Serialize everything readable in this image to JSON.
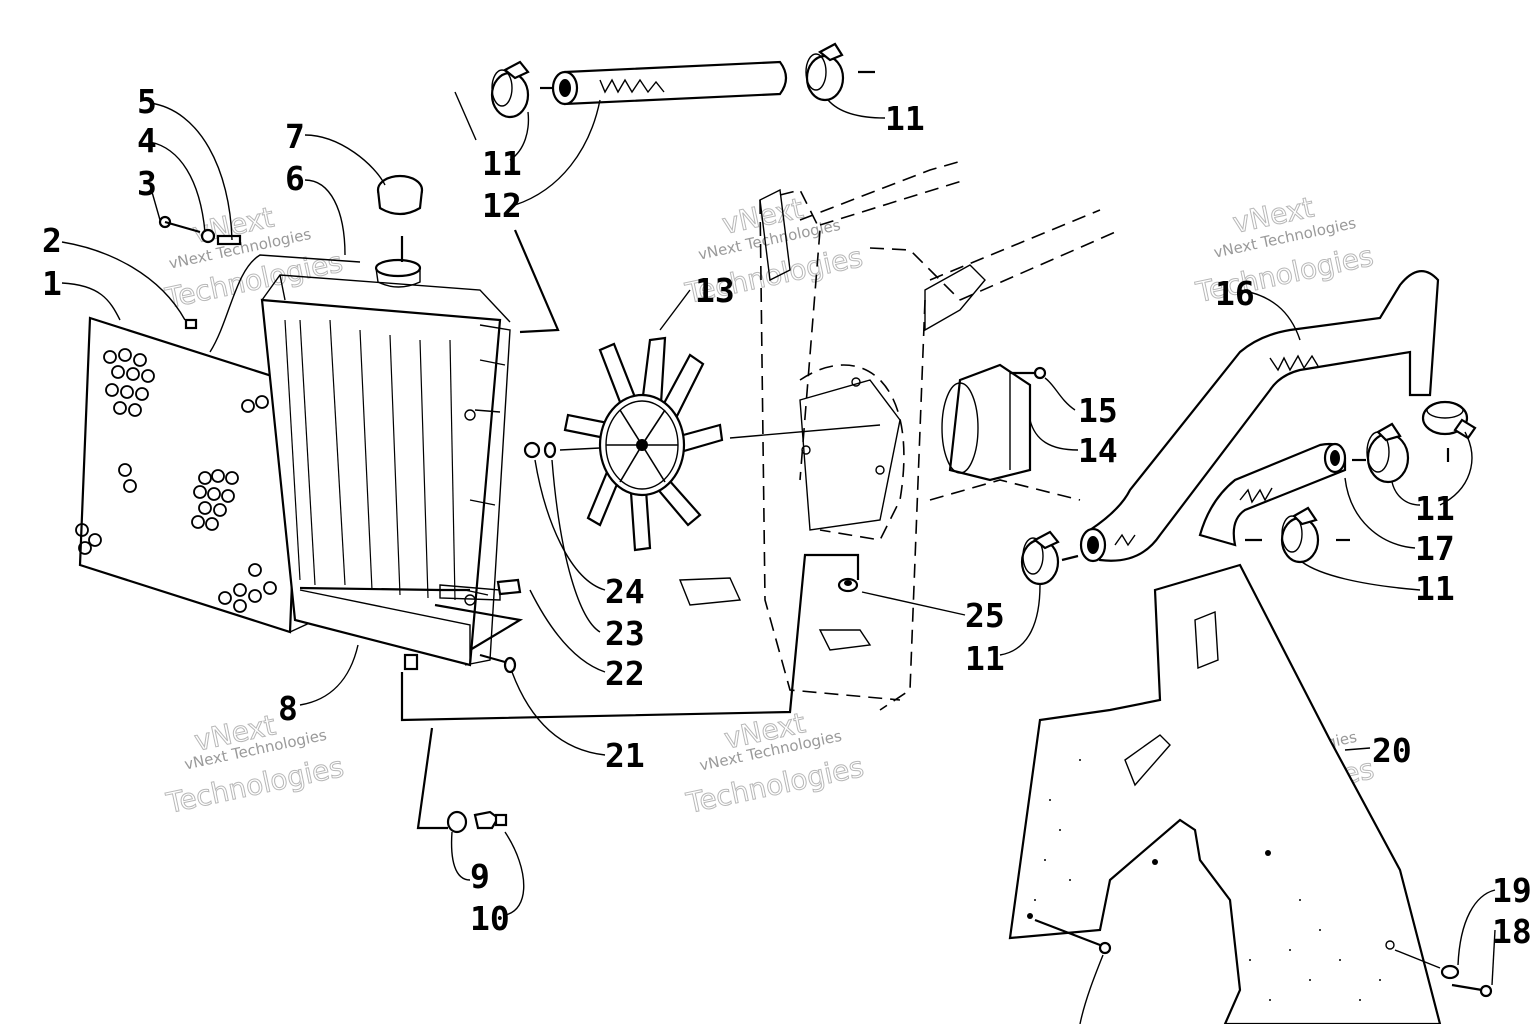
{
  "diagram": {
    "labels": [
      {
        "id": "1",
        "text": "1"
      },
      {
        "id": "2",
        "text": "2"
      },
      {
        "id": "3",
        "text": "3"
      },
      {
        "id": "4",
        "text": "4"
      },
      {
        "id": "5",
        "text": "5"
      },
      {
        "id": "6",
        "text": "6"
      },
      {
        "id": "7",
        "text": "7"
      },
      {
        "id": "8",
        "text": "8"
      },
      {
        "id": "9",
        "text": "9"
      },
      {
        "id": "10",
        "text": "10"
      },
      {
        "id": "11a",
        "text": "11"
      },
      {
        "id": "11b",
        "text": "11"
      },
      {
        "id": "11c",
        "text": "11"
      },
      {
        "id": "11d",
        "text": "11"
      },
      {
        "id": "11e",
        "text": "11"
      },
      {
        "id": "12",
        "text": "12"
      },
      {
        "id": "13",
        "text": "13"
      },
      {
        "id": "14",
        "text": "14"
      },
      {
        "id": "15",
        "text": "15"
      },
      {
        "id": "16",
        "text": "16"
      },
      {
        "id": "17",
        "text": "17"
      },
      {
        "id": "18",
        "text": "18"
      },
      {
        "id": "19",
        "text": "19"
      },
      {
        "id": "20",
        "text": "20"
      },
      {
        "id": "21",
        "text": "21"
      },
      {
        "id": "22",
        "text": "22"
      },
      {
        "id": "23",
        "text": "23"
      },
      {
        "id": "24",
        "text": "24"
      },
      {
        "id": "25",
        "text": "25"
      }
    ],
    "watermark": {
      "line1": "vNext",
      "line2": "vNext Technologies",
      "line3": "Technologies"
    }
  }
}
